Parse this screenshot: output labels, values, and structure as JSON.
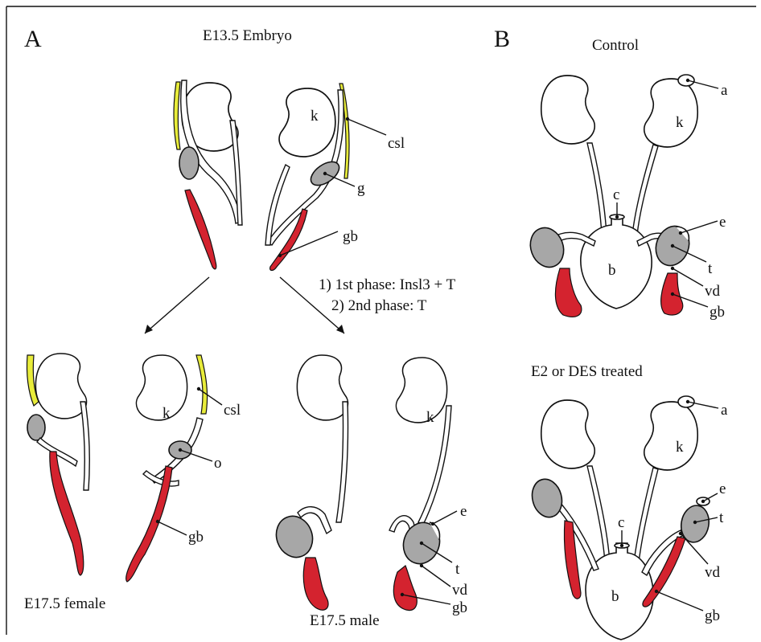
{
  "panels": {
    "a": "A",
    "b": "B"
  },
  "titles": {
    "a_top": "E13.5 Embryo",
    "female": "E17.5 female",
    "male": "E17.5 male",
    "control": "Control",
    "treated": "E2 or DES treated"
  },
  "phases": {
    "first": "1) 1st phase: Insl3 + T",
    "second": "2) 2nd phase: T"
  },
  "labels": {
    "a_top": {
      "k": "k",
      "csl": "csl",
      "g": "g",
      "gb": "gb"
    },
    "female": {
      "k": "k",
      "csl": "csl",
      "o": "o",
      "gb": "gb"
    },
    "male": {
      "k": "k",
      "e": "e",
      "t": "t",
      "vd": "vd",
      "gb": "gb"
    },
    "control": {
      "a": "a",
      "k": "k",
      "c": "c",
      "e": "e",
      "b": "b",
      "t": "t",
      "vd": "vd",
      "gb": "gb"
    },
    "treated": {
      "a": "a",
      "k": "k",
      "e": "e",
      "t": "t",
      "c": "c",
      "vd": "vd",
      "b": "b",
      "gb": "gb"
    }
  },
  "colors": {
    "gonad": "#a7a7a7",
    "gubernaculum": "#d4232f",
    "csl": "#e8ec3a",
    "outline": "#111111"
  }
}
